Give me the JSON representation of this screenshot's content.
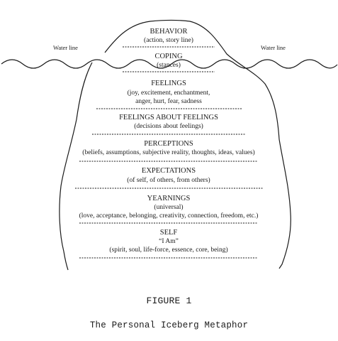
{
  "water_line": {
    "left_label": "Water line",
    "right_label": "Water line"
  },
  "layers": [
    {
      "title": "BEHAVIOR",
      "lines": [
        "(action, story line)"
      ]
    },
    {
      "title": "COPING",
      "lines": [
        "(stances)"
      ]
    },
    {
      "title": "FEELINGS",
      "lines": [
        "(joy, excitement, enchantment,",
        "anger, hurt, fear, sadness"
      ]
    },
    {
      "title": "FEELINGS ABOUT FEELINGS",
      "lines": [
        "(decisions about feelings)"
      ]
    },
    {
      "title": "PERCEPTIONS",
      "lines": [
        "(beliefs, assumptions, subjective reality, thoughts, ideas, values)"
      ]
    },
    {
      "title": "EXPECTATIONS",
      "lines": [
        "(of self, of others, from others)"
      ]
    },
    {
      "title": "YEARNINGS",
      "lines": [
        "(universal)",
        "(love, acceptance, belonging, creativity, connection, freedom, etc.)"
      ]
    },
    {
      "title": "SELF",
      "lines": [
        "“I Am”",
        "(spirit, soul, life-force, essence, core, being)"
      ]
    }
  ],
  "figure_number": "FIGURE 1",
  "figure_caption": "The Personal Iceberg Metaphor"
}
